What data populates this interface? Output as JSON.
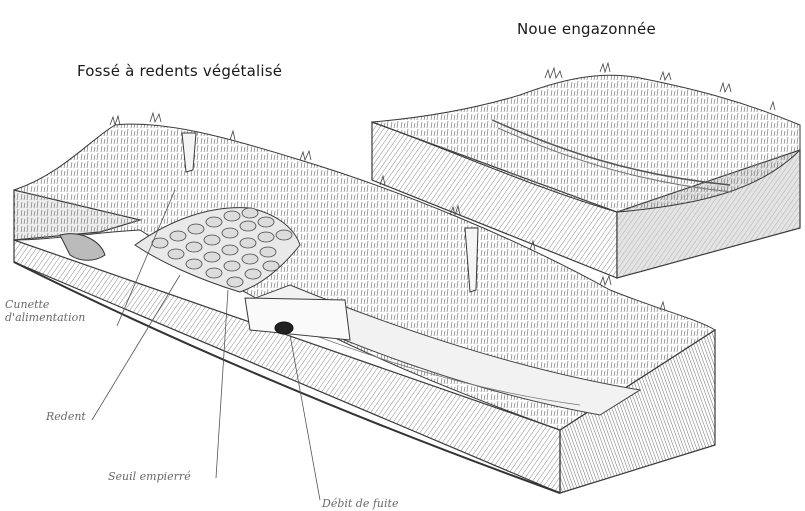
{
  "titles": {
    "right": "Noue engazonnée",
    "left": "Fossé à redents végétalisé"
  },
  "labels": {
    "cunette_line1": "Cunette",
    "cunette_line2": "d'alimentation",
    "redent": "Redent",
    "seuil": "Seuil empierré",
    "debit": "Débit de fuite"
  },
  "colors": {
    "ink": "#3a3a3a",
    "shade": "#9a9a9a",
    "light_shade": "#cfcfcf",
    "label_text": "#6a6a6a"
  }
}
